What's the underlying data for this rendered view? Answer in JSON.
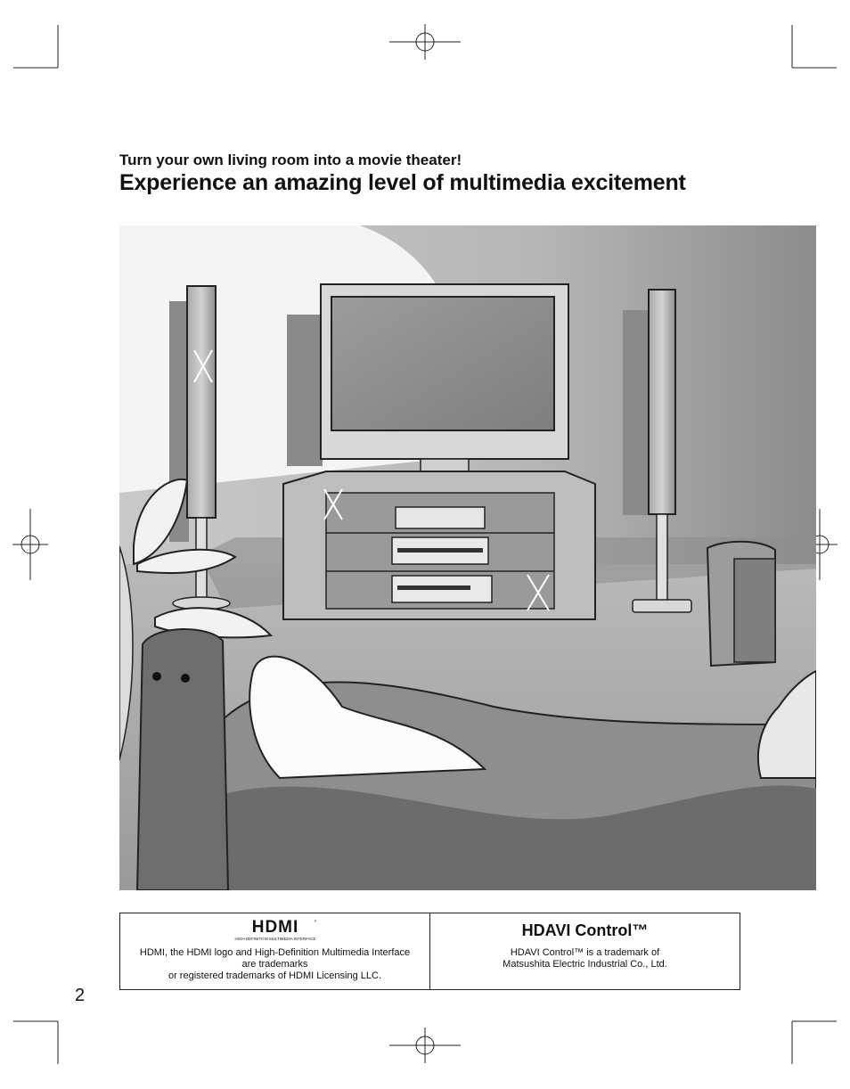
{
  "header": {
    "subtitle": "Turn your own living room into a movie theater!",
    "title": "Experience an amazing level of multimedia excitement"
  },
  "trademarks": {
    "hdmi": {
      "logo_text": "HDMI",
      "logo_tagline": "HIGH-DEFINITION MULTIMEDIA INTERFACE",
      "logo_tm": "™",
      "lines": [
        "HDMI, the HDMI logo and High-Definition Multimedia Interface",
        "are trademarks",
        "or registered trademarks of HDMI Licensing LLC."
      ]
    },
    "hdavi": {
      "brand": "HDAVI Control™",
      "lines": [
        "HDAVI Control™ is a trademark of",
        "Matsushita Electric Industrial Co., Ltd."
      ]
    }
  },
  "page_number": "2"
}
